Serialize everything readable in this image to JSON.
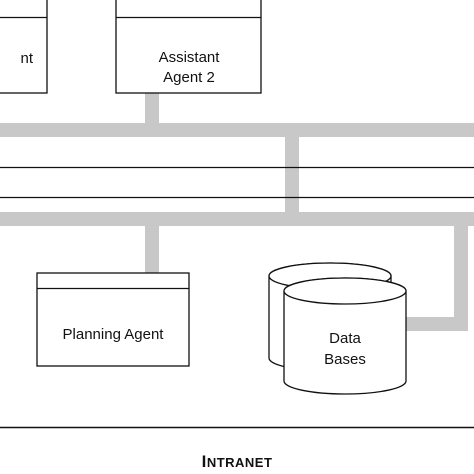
{
  "diagram": {
    "agents": {
      "left_partial": {
        "label": "nt"
      },
      "assistant_2": {
        "label_line1": "Assistant",
        "label_line2": "Agent 2"
      },
      "planning": {
        "label": "Planning Agent"
      }
    },
    "database": {
      "label_line1": "Data",
      "label_line2": "Bases"
    },
    "network": {
      "label_cap": "I",
      "label_rest": "NTRANET"
    },
    "colors": {
      "bus": "#c8c8c8",
      "stroke": "#111111",
      "background": "#ffffff"
    }
  }
}
